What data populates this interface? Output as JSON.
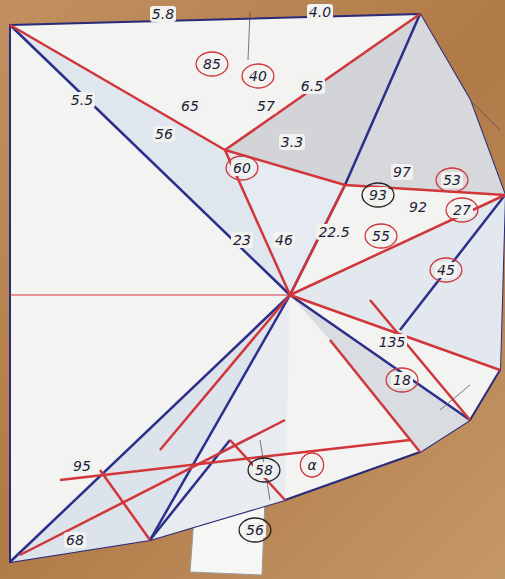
{
  "diagram": {
    "labels": [
      "5.8",
      "4.0",
      "5.5",
      "6.5",
      "85",
      "65",
      "40",
      "57",
      "56",
      "3.3",
      "60",
      "23",
      "46",
      "22.5",
      "93",
      "97",
      "53",
      "27",
      "92",
      "55",
      "135",
      "45",
      "18",
      "58",
      "α",
      "56",
      "95",
      "68"
    ]
  }
}
